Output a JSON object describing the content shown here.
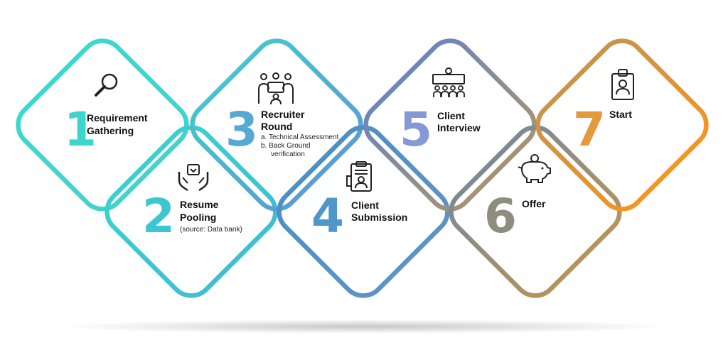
{
  "steps": [
    {
      "number": "1",
      "title_line1": "Requirement",
      "title_line2": "Gathering",
      "color": "#3dd6cc",
      "icon": "magnifier-icon"
    },
    {
      "number": "2",
      "title_line1": "Resume",
      "title_line2": "Pooling",
      "note": "(source: Data bank)",
      "color": "#3cc6d3",
      "icon": "hands-box-icon"
    },
    {
      "number": "3",
      "title_line1": "Recruiter",
      "title_line2": "Round",
      "details": [
        "a. Technical Assessment",
        "b. Back Ground",
        "verification"
      ],
      "color": "#55a9d3",
      "icon": "meeting-icon"
    },
    {
      "number": "4",
      "title_line1": "Client",
      "title_line2": "Submission",
      "color": "#4f97c9",
      "icon": "clipboard-profile-icon"
    },
    {
      "number": "5",
      "title_line1": "Client",
      "title_line2": "Interview",
      "color": "#8598d8",
      "icon": "interview-panel-icon"
    },
    {
      "number": "6",
      "title_line1": "Offer",
      "color": "#8f8d80",
      "icon": "piggy-bank-icon"
    },
    {
      "number": "7",
      "title_line1": "Start",
      "color": "#e49a3b",
      "icon": "id-badge-icon"
    }
  ]
}
